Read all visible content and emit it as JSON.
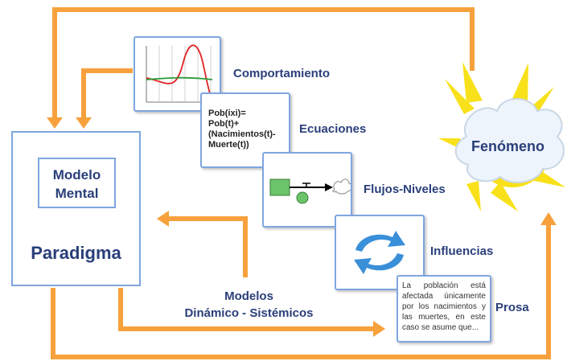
{
  "diagram": {
    "paradigm": {
      "mental_model": "Modelo\nMental",
      "paradigm": "Paradigma"
    },
    "phenomenon": "Fenómeno",
    "levels": {
      "behavior": "Comportamiento",
      "equations": "Ecuaciones",
      "flows_levels": "Flujos-Niveles",
      "influences": "Influencias",
      "prose": "Prosa"
    },
    "equations_text": "Pob(ixi)=\nPob(t)+\n(Nacimientos(t)-\nMuerte(t))",
    "prose_text": "La población está afectada únicamente por los nacimientos y las muertes, en este caso se asume que...",
    "models_label": "Modelos\nDinámico - Sistémicos",
    "colors": {
      "arrow": "#f7a13c",
      "border": "#7ea6e0",
      "text": "#2a3f7a",
      "sun": "#f8e11a",
      "stock": "#6cc46a"
    }
  }
}
